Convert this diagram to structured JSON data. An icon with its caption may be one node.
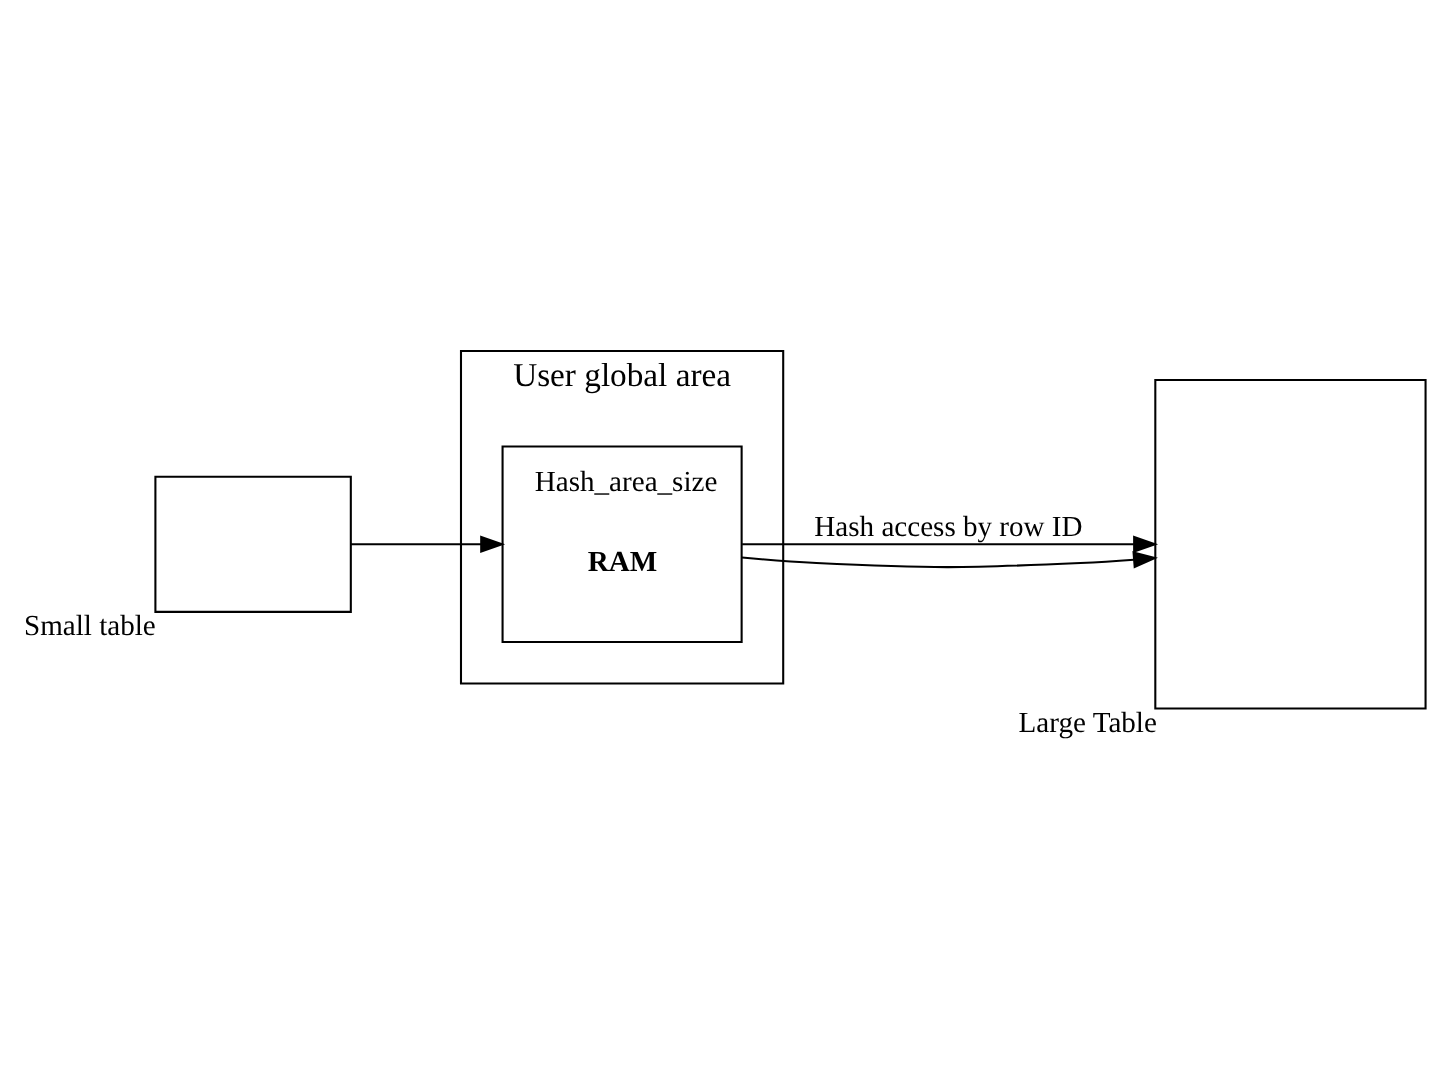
{
  "diagram": {
    "nodes": [
      {
        "text": [
          "User global area"
        ]
      },
      {
        "text": [
          "Hash_area_size",
          "RAM"
        ],
        "in": 0
      },
      {
        "text": [
          "Small table"
        ]
      },
      {
        "text": [
          "Large Table"
        ]
      }
    ],
    "edges": [
      {
        "from": 2,
        "to": 1,
        "arrow": "to"
      },
      {
        "from": 1,
        "to": 3,
        "arrow": "to",
        "label": "Hash access by row ID"
      },
      {
        "from": 1,
        "to": 3,
        "arrow": "to"
      }
    ]
  }
}
